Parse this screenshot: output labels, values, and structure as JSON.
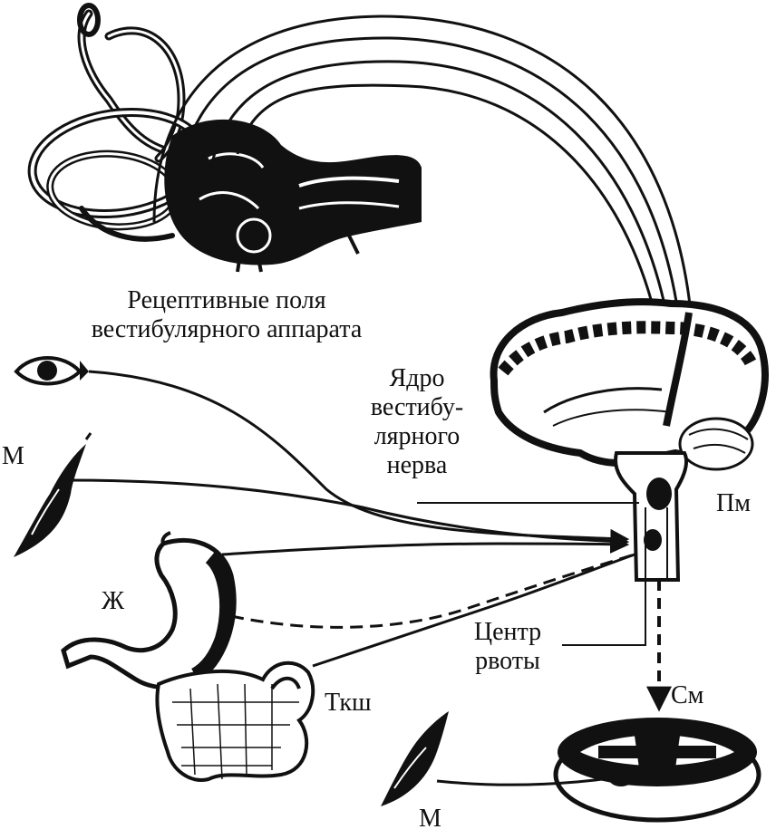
{
  "labels": {
    "receptive_line1": "Рецептивные поля",
    "receptive_line2": "вестибулярного аппарата",
    "nucleus_line1": "Ядро",
    "nucleus_line2": "вестибу-",
    "nucleus_line3": "лярного",
    "nucleus_line4": "нерва",
    "pm": "Пм",
    "m_upper": "М",
    "zh": "Ж",
    "center_line1": "Центр",
    "center_line2": "рвоты",
    "tksh": "Ткш",
    "sm": "См",
    "m_lower": "М"
  },
  "colors": {
    "ink": "#111111",
    "paper": "#ffffff"
  }
}
